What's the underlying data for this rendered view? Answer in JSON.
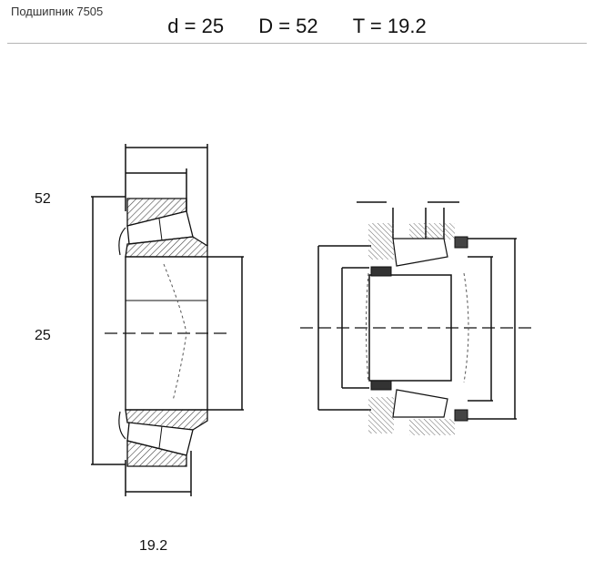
{
  "header": {
    "title": "Подшипник 7505",
    "d_text": "d = 25",
    "D_text": "D = 52",
    "T_text": "T = 19.2"
  },
  "annotations": {
    "D_value": "52",
    "d_value": "25",
    "T_value": "19.2"
  }
}
